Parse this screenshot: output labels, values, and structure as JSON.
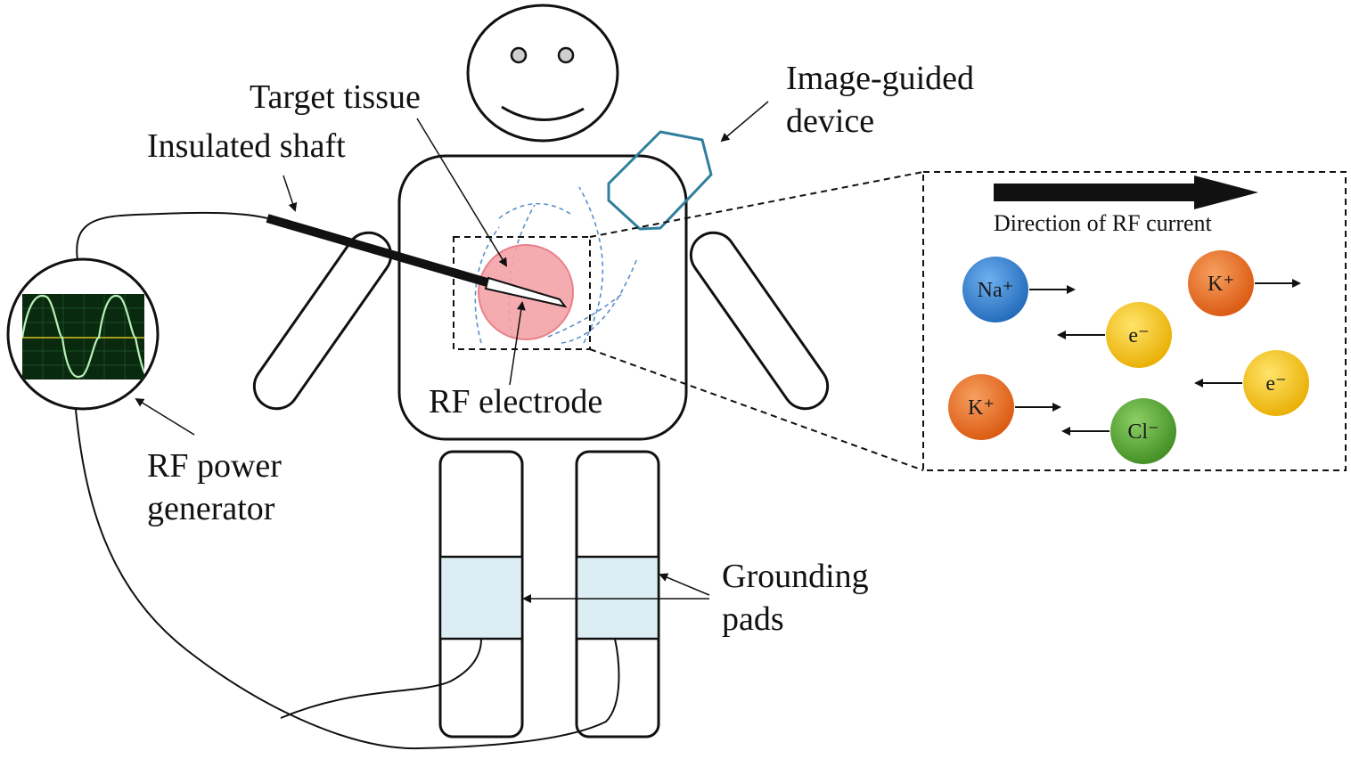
{
  "labels": {
    "target_tissue": "Target tissue",
    "insulated_shaft": "Insulated shaft",
    "image_guided_line1": "Image-guided",
    "image_guided_line2": "device",
    "rf_electrode": "RF electrode",
    "rf_power_line1": "RF power",
    "rf_power_line2": "generator",
    "grounding_line1": "Grounding",
    "grounding_line2": "pads"
  },
  "inset": {
    "current_label": "Direction of RF current",
    "ions": [
      {
        "text": "Na⁺",
        "color": "#2f7fd0",
        "direction": "right"
      },
      {
        "text": "K⁺",
        "color": "#ec6a1c",
        "direction": "right"
      },
      {
        "text": "e⁻",
        "color": "#f2c10f",
        "direction": "left"
      },
      {
        "text": "e⁻",
        "color": "#f2c10f",
        "direction": "left"
      },
      {
        "text": "K⁺",
        "color": "#ec6a1c",
        "direction": "right"
      },
      {
        "text": "Cl⁻",
        "color": "#56a432",
        "direction": "left"
      }
    ]
  },
  "colors": {
    "target_tissue": "#f4a3a8",
    "grounding_pad": "#dcedf3",
    "device_outline": "#2f7f9c",
    "field_lines": "#5b8fc9",
    "scope_background": "#0a2a10",
    "scope_wave": "#b8f0b8",
    "scope_axis": "#d4c020"
  }
}
